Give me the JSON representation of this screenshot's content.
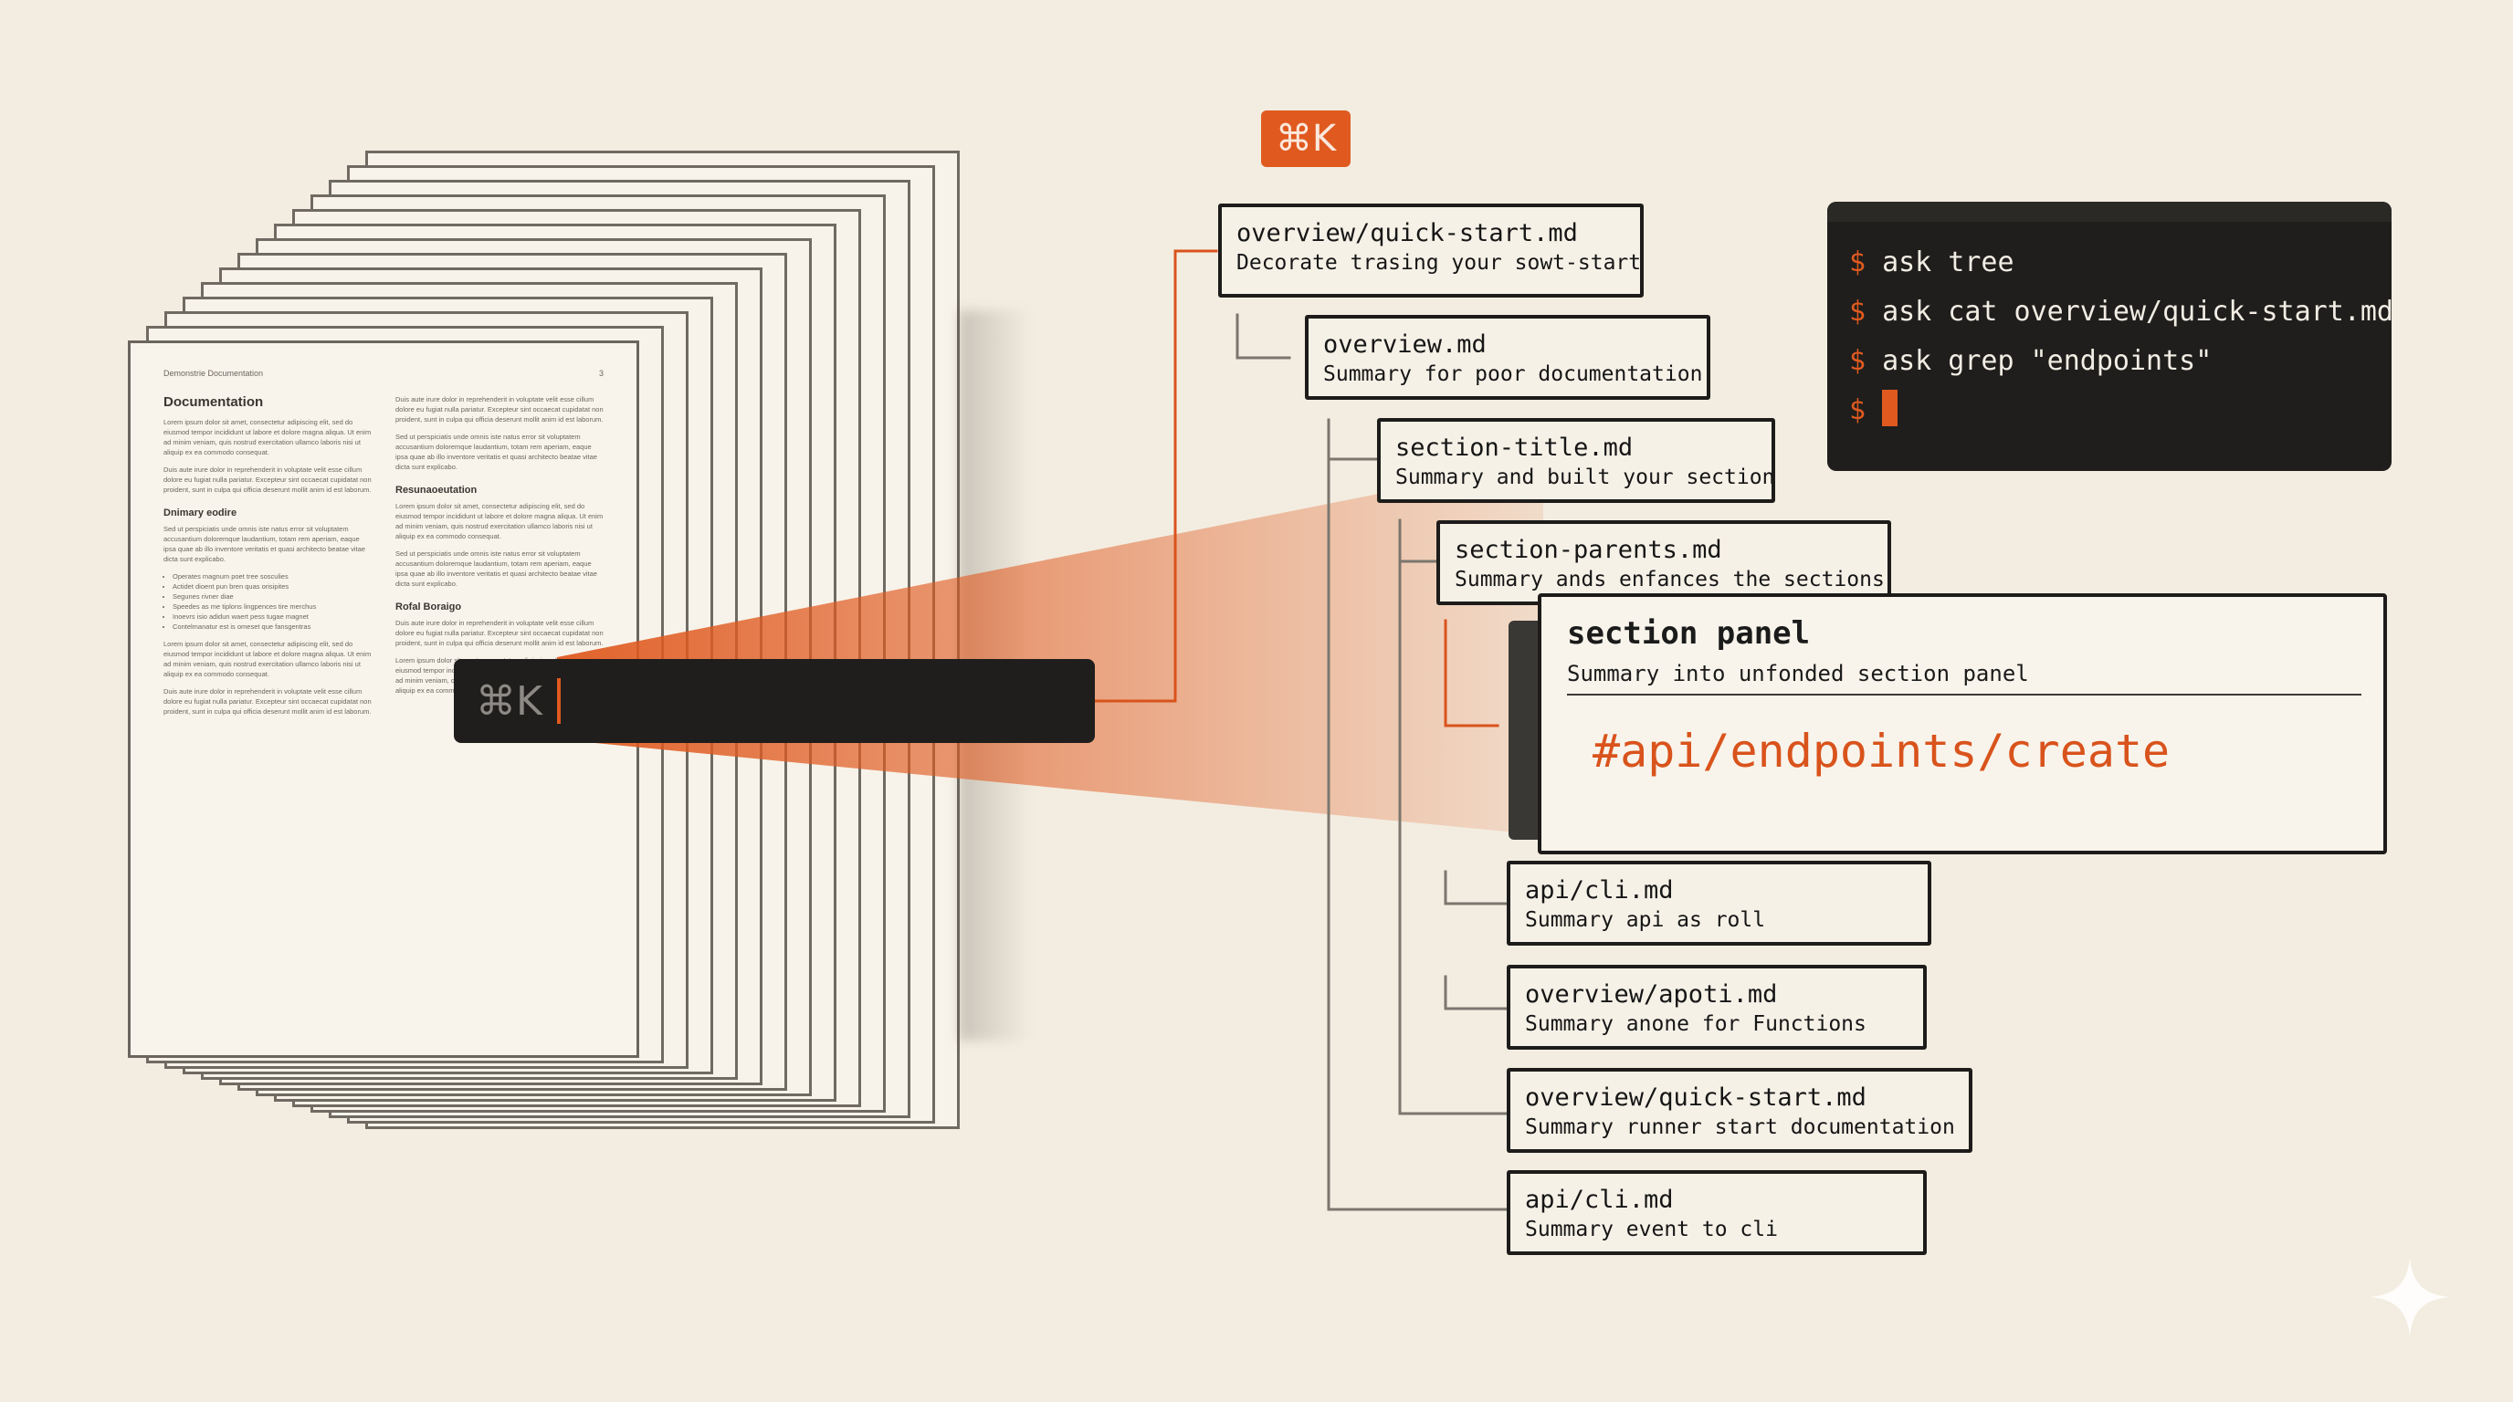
{
  "document": {
    "header_left": "Demonstrie Documentation",
    "header_right": "3",
    "title": "Documentation",
    "sections": {
      "primary": "Dnimary eodire",
      "resume": "Resunaoeutation",
      "rofal": "Rofal Boraigo"
    },
    "body_text": "Lorem ipsum dolor sit amet, consectetur adipiscing elit, sed do eiusmod tempor incididunt ut labore et dolore magna aliqua. Ut enim ad minim veniam, quis nostrud exercitation ullamco laboris nisi ut aliquip ex ea commodo consequat.",
    "body_text_b": "Duis aute irure dolor in reprehenderit in voluptate velit esse cillum dolore eu fugiat nulla pariatur. Excepteur sint occaecat cupidatat non proident, sunt in culpa qui officia deserunt mollit anim id est laborum.",
    "body_text_c": "Sed ut perspiciatis unde omnis iste natus error sit voluptatem accusantium doloremque laudantium, totam rem aperiam, eaque ipsa quae ab illo inventore veritatis et quasi architecto beatae vitae dicta sunt explicabo.",
    "bullets": [
      "Operates magnum poet tree sosculies",
      "Actidet dioent pun bren quas orisipites",
      "Segunes rivner diae",
      "Speedes as me tiplons lingpences tire merchus",
      "Inoevrs isio adidun waert pess tugae magnet",
      "Contelmanatur est is omeset que fansgentras"
    ]
  },
  "search_bar": {
    "shortcut": "⌘K"
  },
  "shortcut_badge": "⌘K",
  "tree": {
    "nodes": [
      {
        "title": "overview/quick-start.md",
        "summary": "Decorate trasing your sowt-start"
      },
      {
        "title": "overview.md",
        "summary": "Summary for poor documentation"
      },
      {
        "title": "section-title.md",
        "summary": "Summary and built your section"
      },
      {
        "title": "section-parents.md",
        "summary": "Summary ands enfances the sections"
      },
      {
        "title": "api/cli.md",
        "summary": "Summary api as roll"
      },
      {
        "title": "overview/apoti.md",
        "summary": "Summary anone for Functions"
      },
      {
        "title": "overview/quick-start.md",
        "summary": "Summary runner start documentation"
      },
      {
        "title": "api/cli.md",
        "summary": "Summary event to cli"
      }
    ],
    "panel": {
      "title": "section panel",
      "summary": "Summary into unfonded section panel",
      "anchor": "#api/endpoints/create"
    }
  },
  "terminal": {
    "prompt": "$",
    "lines": [
      "ask tree",
      "ask cat overview/quick-start.md",
      "ask grep \"endpoints\""
    ]
  },
  "colors": {
    "accent": "#e05a20",
    "background": "#f3ede1",
    "ink": "#1d1c1a",
    "terminal": "#1f1e1c"
  }
}
